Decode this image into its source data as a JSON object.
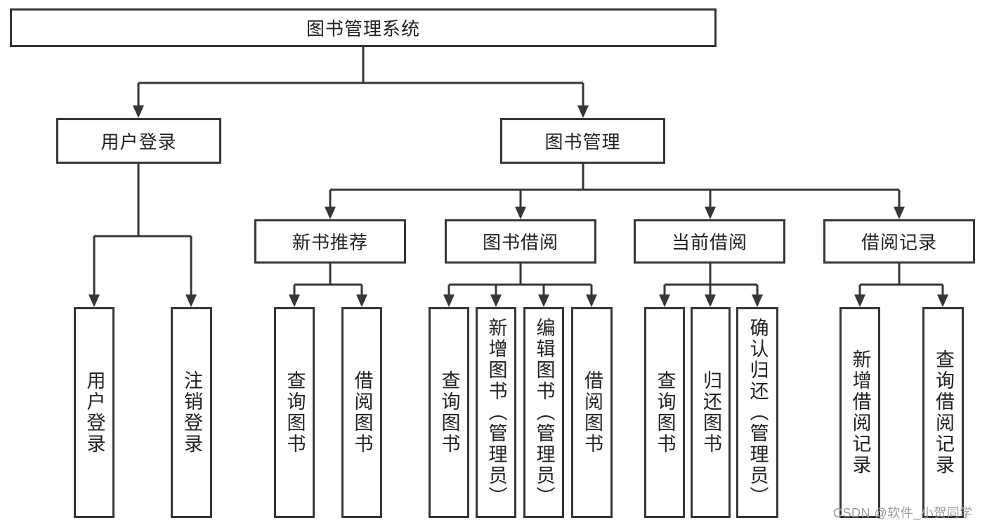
{
  "tree": {
    "label": "图书管理系统",
    "children": [
      {
        "label": "用户登录",
        "children": [
          {
            "label": "用户登录"
          },
          {
            "label": "注销登录"
          }
        ]
      },
      {
        "label": "图书管理",
        "children": [
          {
            "label": "新书推荐",
            "children": [
              {
                "label": "查询图书"
              },
              {
                "label": "借阅图书"
              }
            ]
          },
          {
            "label": "图书借阅",
            "children": [
              {
                "label": "查询图书"
              },
              {
                "label": "新增图书（管理员）"
              },
              {
                "label": "编辑图书（管理员）"
              },
              {
                "label": "借阅图书"
              }
            ]
          },
          {
            "label": "当前借阅",
            "children": [
              {
                "label": "查询图书"
              },
              {
                "label": "归还图书"
              },
              {
                "label": "确认归还（管理员）"
              }
            ]
          },
          {
            "label": "借阅记录",
            "children": [
              {
                "label": "新增借阅记录"
              },
              {
                "label": "查询借阅记录"
              }
            ]
          }
        ]
      }
    ]
  },
  "watermark": {
    "text": "CSDN @软件_小贺同学"
  },
  "colors": {
    "line": "#363636",
    "box_border": "#363636",
    "text": "#222222",
    "watermark": "#9c9c9c",
    "background": "#ffffff"
  }
}
